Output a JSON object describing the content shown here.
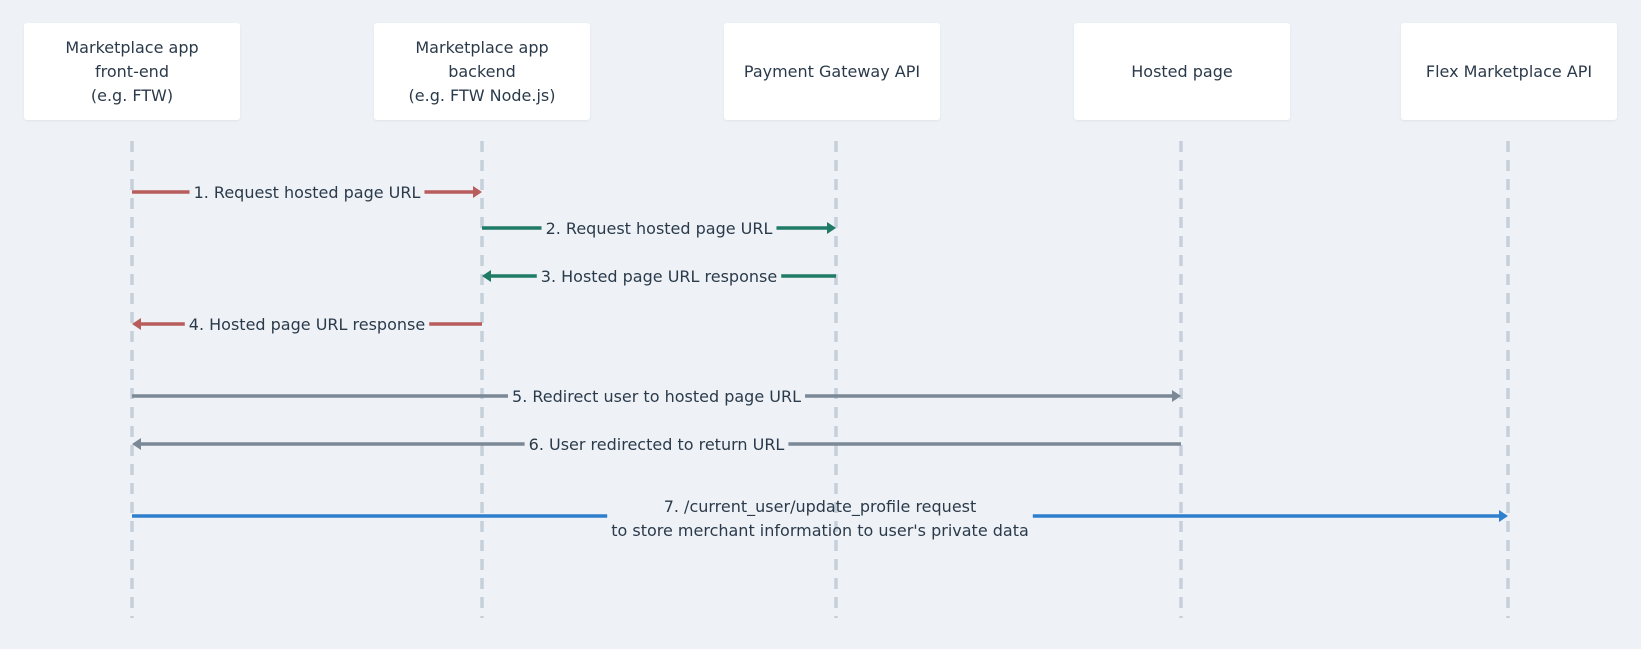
{
  "participants": [
    {
      "label": "Marketplace app\nfront-end\n(e.g. FTW)"
    },
    {
      "label": "Marketplace app\nbackend\n(e.g. FTW Node.js)"
    },
    {
      "label": "Payment Gateway API"
    },
    {
      "label": "Hosted page"
    },
    {
      "label": "Flex Marketplace API"
    }
  ],
  "messages": [
    {
      "lines": [
        "1. Request hosted page URL"
      ],
      "from": 0,
      "to": 1,
      "color": "#b85c5c"
    },
    {
      "lines": [
        "2. Request hosted page URL"
      ],
      "from": 1,
      "to": 2,
      "color": "#1f7a66"
    },
    {
      "lines": [
        "3. Hosted page URL response"
      ],
      "from": 2,
      "to": 1,
      "color": "#1f7a66"
    },
    {
      "lines": [
        "4. Hosted page URL response"
      ],
      "from": 1,
      "to": 0,
      "color": "#b85c5c"
    },
    {
      "lines": [
        "5. Redirect user to hosted page URL"
      ],
      "from": 0,
      "to": 3,
      "color": "#7b8896"
    },
    {
      "lines": [
        "6. User redirected to return URL"
      ],
      "from": 3,
      "to": 0,
      "color": "#7b8896"
    },
    {
      "lines": [
        "7. /current_user/update_profile request",
        "to store merchant information to user's private data"
      ],
      "from": 0,
      "to": 4,
      "color": "#2f7fcf"
    }
  ],
  "colors": {
    "background": "#eef2f6",
    "lifeline": "#c5d0da",
    "text": "#2b3a4a"
  }
}
